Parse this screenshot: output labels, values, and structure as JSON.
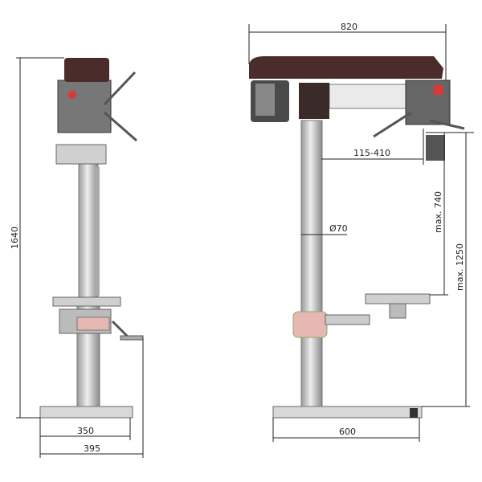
{
  "colors": {
    "head": "#4a2d2b",
    "column": "#c9c9c9",
    "collar": "#e7b8b3",
    "accent": "#d9383a",
    "dim_line": "#222222"
  },
  "side_view": {
    "height_label": "1640",
    "base_width_label": "350",
    "total_width_label": "395"
  },
  "front_view": {
    "head_length_label": "820",
    "reach_label": "115-410",
    "column_diameter_label": "Ø70",
    "max_stroke_label": "max. 740",
    "max_height_label": "max. 1250",
    "base_length_label": "600"
  }
}
